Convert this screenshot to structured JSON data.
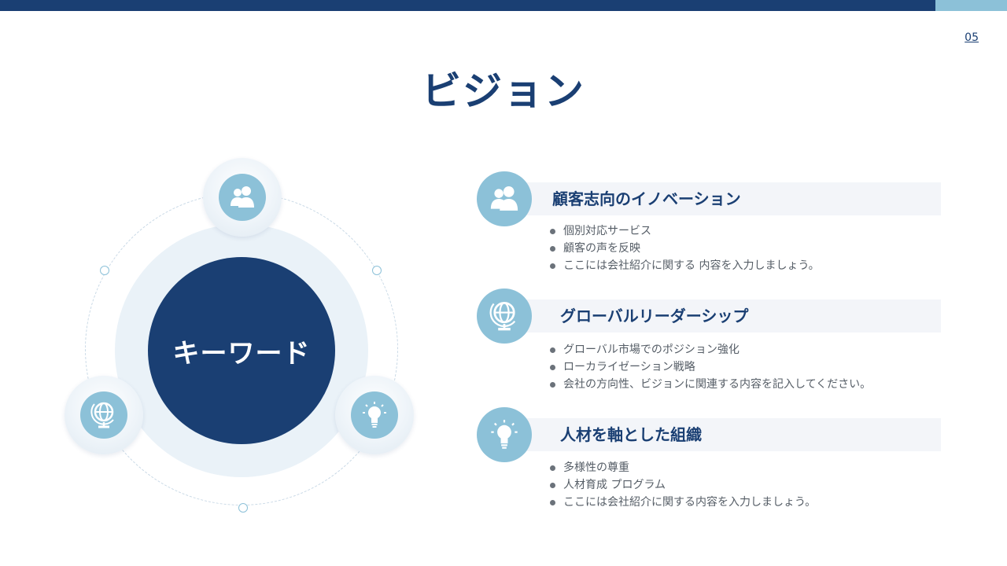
{
  "page_number": "05",
  "title": "ビジョン",
  "diagram": {
    "center_label": "キーワード",
    "nodes": [
      {
        "icon": "users-icon"
      },
      {
        "icon": "globe-icon"
      },
      {
        "icon": "lightbulb-icon"
      }
    ]
  },
  "features": [
    {
      "icon": "users-icon",
      "heading": "顧客志向のイノベーション",
      "bullets": [
        "個別対応サービス",
        "顧客の声を反映",
        "ここには会社紹介に関する 内容を入力しましょう。"
      ]
    },
    {
      "icon": "globe-icon",
      "heading": "グローバルリーダーシップ",
      "bullets": [
        "グローバル市場でのポジション強化",
        "ローカライゼーション戦略",
        "会社の方向性、ビジョンに関連する内容を記入してください。"
      ]
    },
    {
      "icon": "lightbulb-icon",
      "heading": "人材を軸とした組織",
      "bullets": [
        "多様性の尊重",
        "人材育成 プログラム",
        "ここには会社紹介に関する内容を入力しましょう。"
      ]
    }
  ],
  "colors": {
    "primary": "#1a3f73",
    "accent": "#8cc1d8",
    "band": "#f3f5f9"
  }
}
